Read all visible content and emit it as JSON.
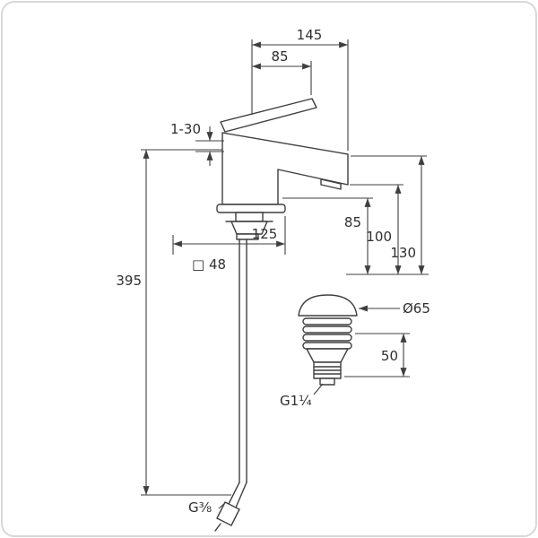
{
  "canvas": {
    "background": "#ffffff",
    "frame_color": "#d8d8d8",
    "line_color": "#3f3f3f",
    "text_color": "#2f2f2f"
  },
  "drawing": {
    "kind": "single-lever basin mixer with pop-up waste, dimensional drawing",
    "dims": {
      "d145": "145",
      "d85_top": "85",
      "d1_30": "1-30",
      "d85_right": "85",
      "d100": "100",
      "d130": "130",
      "d125": "125",
      "square48": "□ 48",
      "d395": "395",
      "dia65": "Ø65",
      "d50": "50",
      "g114": "G1¼",
      "g38": "G⅜"
    }
  }
}
